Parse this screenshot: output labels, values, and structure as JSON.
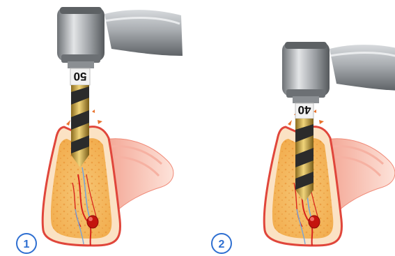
{
  "panels": [
    {
      "step": "1",
      "drill_mark": "50"
    },
    {
      "step": "2",
      "drill_mark": "40"
    }
  ],
  "colors": {
    "bone_outline": "#e0463b",
    "bone_fill": "#f9e7b6",
    "marrow": "#f2b85c",
    "gum": "#f7c3b4",
    "nerve_red": "#d8231c",
    "drill_gold": "#c9a23a",
    "drill_dark": "#2b2b2b",
    "handpiece": "#8e9296",
    "step_circle": "#2e6fd1"
  },
  "icons": [
    "handpiece-icon",
    "drill-bit-icon",
    "jaw-bone-icon",
    "nerve-canal-icon"
  ]
}
